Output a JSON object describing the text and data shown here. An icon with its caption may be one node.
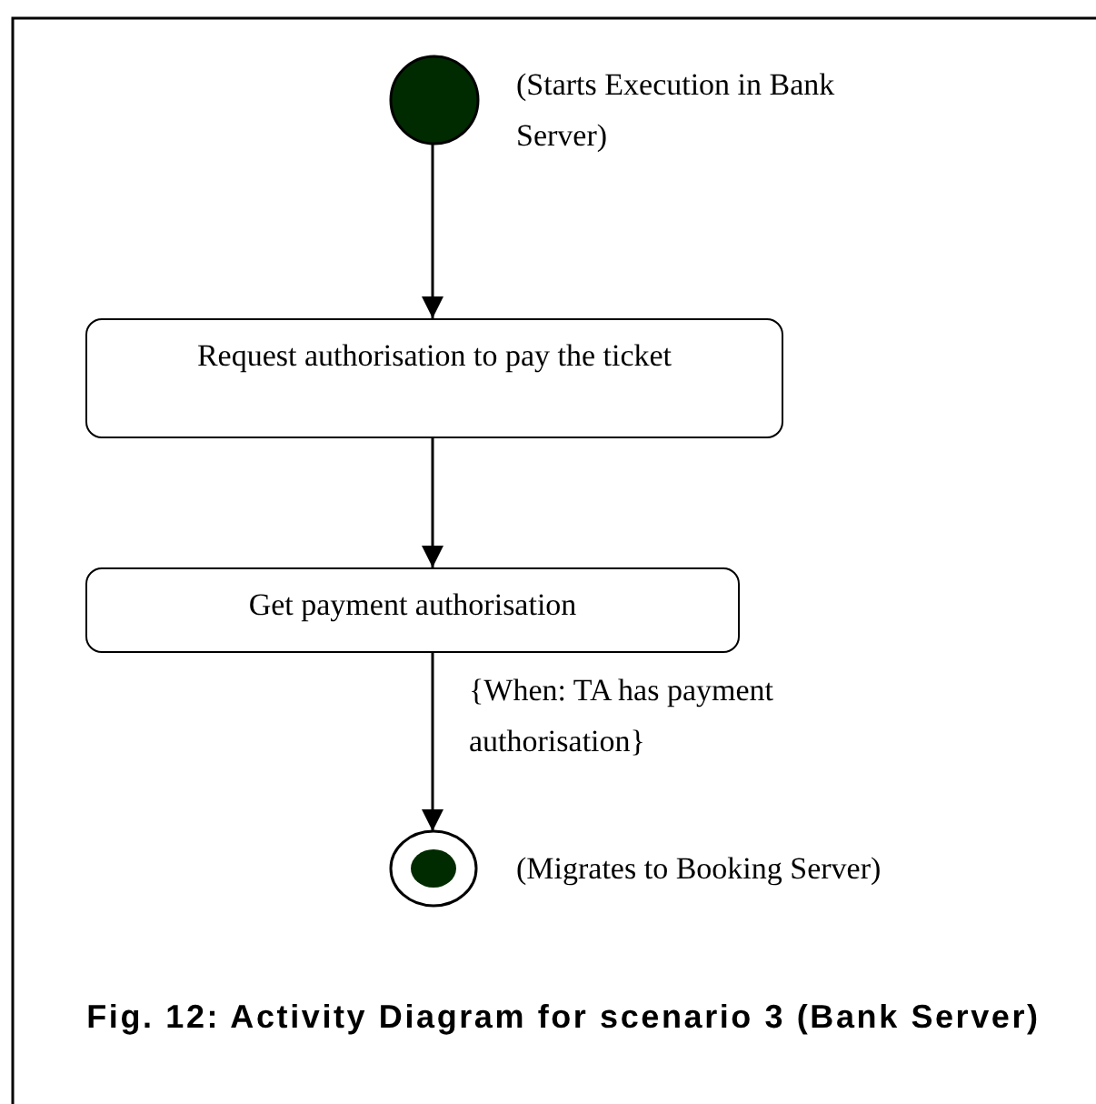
{
  "diagram": {
    "caption": "Fig. 12: Activity Diagram for scenario 3 (Bank Server)",
    "nodes": [
      {
        "text": [],
        "shape": "circle",
        "beside": [
          "(Starts Execution in Bank Server)"
        ]
      },
      {
        "text": [
          "Request authorisation to pay the ticket"
        ]
      },
      {
        "text": [
          "Get payment authorisation"
        ]
      },
      {
        "text": [],
        "shape": "bullseye",
        "beside": [
          "(Migrates to Booking Server)"
        ]
      }
    ],
    "edges": [
      {
        "from": 0,
        "to": 1,
        "arrow": "to"
      },
      {
        "from": 1,
        "to": 2,
        "arrow": "to"
      },
      {
        "from": 2,
        "to": 3,
        "arrow": "to",
        "label": "{When: TA has payment authorisation}"
      }
    ]
  }
}
